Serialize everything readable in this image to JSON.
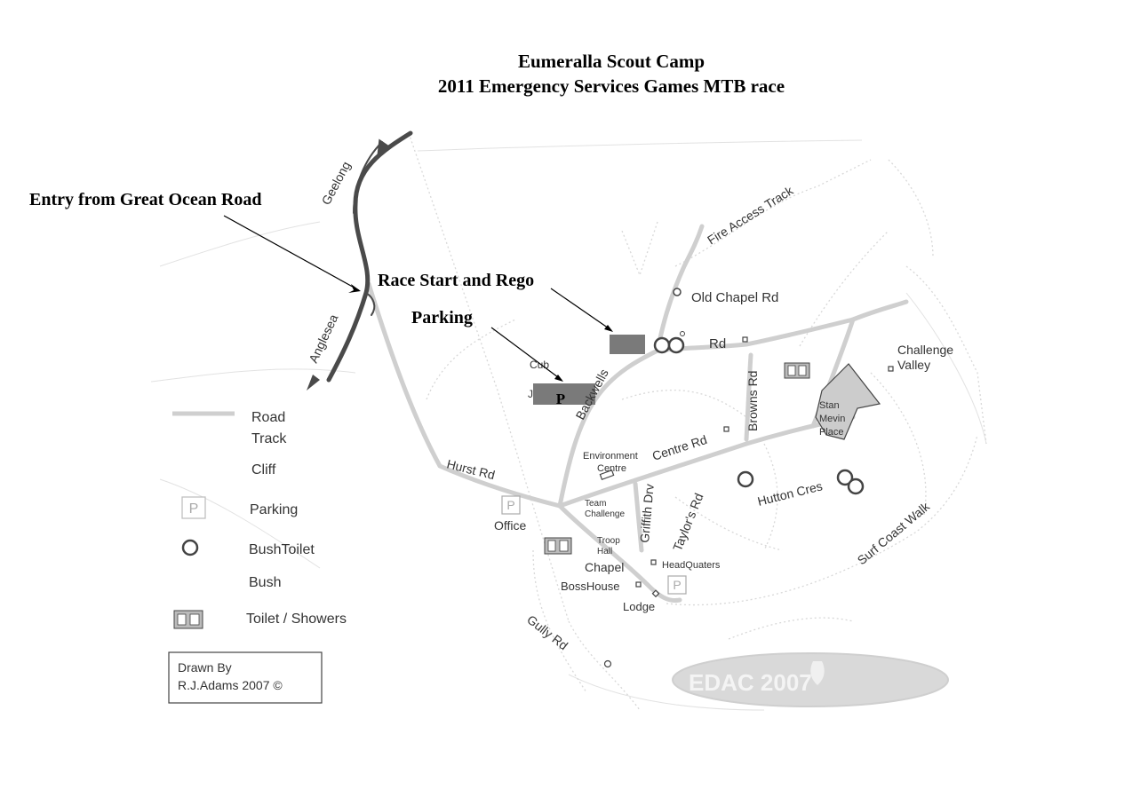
{
  "title": {
    "line1": "Eumeralla Scout Camp",
    "line2": "2011 Emergency Services Games MTB race"
  },
  "annotations": {
    "entry": "Entry from Great Ocean Road",
    "race_start": "Race Start and Rego",
    "parking": "Parking",
    "parking_marker": "P"
  },
  "map_labels": {
    "geelong": "Geelong",
    "anglesea": "Anglesea",
    "fire_access_track": "Fire Access Track",
    "old_chapel_rd": "Old Chapel Rd",
    "rd": "Rd",
    "cub": "Cub",
    "j": "J",
    "backwells": "Backwells",
    "browns_rd": "Browns Rd",
    "challenge_valley_1": "Challenge",
    "challenge_valley_2": "Valley",
    "stan_1": "Stan",
    "stan_2": "Mevin",
    "stan_3": "Place",
    "environment_1": "Environment",
    "environment_2": "Centre",
    "centre_rd": "Centre Rd",
    "hurst_rd": "Hurst Rd",
    "team_1": "Team",
    "team_2": "Challenge",
    "griffith_drv": "Griffith Drv",
    "taylors_rd": "Taylor's Rd",
    "hutton_cres": "Hutton Cres",
    "surf_coast_walk": "Surf Coast Walk",
    "office": "Office",
    "troop_1": "Troop",
    "troop_2": "Hall",
    "chapel": "Chapel",
    "headquaters": "HeadQuaters",
    "bosshouse": "BossHouse",
    "lodge": "Lodge",
    "gully_rd": "Gully Rd",
    "parking_symbol": "P",
    "stamp": "EDAC 2007"
  },
  "legend": {
    "road": "Road",
    "track": "Track",
    "cliff": "Cliff",
    "parking": "Parking",
    "parking_symbol": "P",
    "bush_toilet": "BushToilet",
    "bush": "Bush",
    "toilet_showers": "Toilet / Showers"
  },
  "credit": {
    "line1": "Drawn By",
    "line2": "R.J.Adams 2007 ©"
  },
  "icons": {
    "bush_toilet": "circle-ring-icon",
    "toilet_showers": "toilet-shower-block-icon",
    "parking": "parking-p-icon"
  },
  "colors": {
    "road": "#cfcfcf",
    "highway": "#4a4a4a",
    "marker": "#7a7a7a",
    "text": "#000000"
  }
}
